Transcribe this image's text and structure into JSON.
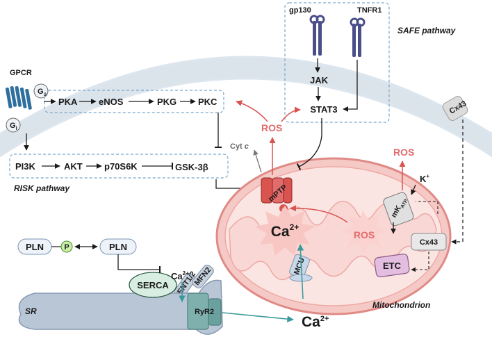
{
  "membrane": {
    "gpcr": "GPCR",
    "gs": "G",
    "gs_sub": "s",
    "gi": "G",
    "gi_sub": "i",
    "gp130": "gp130",
    "tnfr1": "TNFR1",
    "cx43_membrane": "Cx43"
  },
  "safe": {
    "title": "SAFE pathway",
    "jak": "JAK",
    "stat3": "STAT3"
  },
  "risk": {
    "title": "RISK pathway",
    "pka": "PKA",
    "enos": "eNOS",
    "pkg": "PKG",
    "pkc": "PKC",
    "pi3k": "PI3K",
    "akt": "AKT",
    "p70s6k": "p70S6K",
    "gsk3b": "GSK-3β"
  },
  "ros_labels": {
    "ros_top": "ROS",
    "ros_right": "ROS",
    "ros_mito": "ROS"
  },
  "cytc": {
    "text": "Cyt ",
    "c": "c"
  },
  "mito": {
    "title": "Mitochondrion",
    "mptp": "mPTP",
    "ca": "Ca",
    "ca_sup": "2+",
    "plus": "+",
    "k": "K",
    "k_sup": "+",
    "mkatp": "mK",
    "mkatp_sub": "ATP",
    "cx43_mito": "Cx43",
    "etc": "ETC",
    "mcu": "MCU",
    "ment": "MENT1/2",
    "mfn2": "MFN2"
  },
  "sr": {
    "title": "SR",
    "pln1": "PLN",
    "p": "P",
    "pln2": "PLN",
    "serca": "SERCA",
    "ryr2": "RyR2",
    "ca_serca": "Ca",
    "ca_serca_sup": "2+",
    "ca_out": "Ca",
    "ca_out_sup": "2+"
  },
  "colors": {
    "ros": "#e26b6b",
    "arrow_dark": "#1a1a1a",
    "arrow_red": "#d9534f",
    "arrow_teal": "#3a9a9a",
    "mito_fill": "#f5c9c6",
    "mito_stroke": "#e08a86",
    "membrane": "#d9e3ec",
    "sr_fill": "#b8c6d6",
    "ryr2": "#7fb0ad",
    "serca": "#d8eee2"
  }
}
